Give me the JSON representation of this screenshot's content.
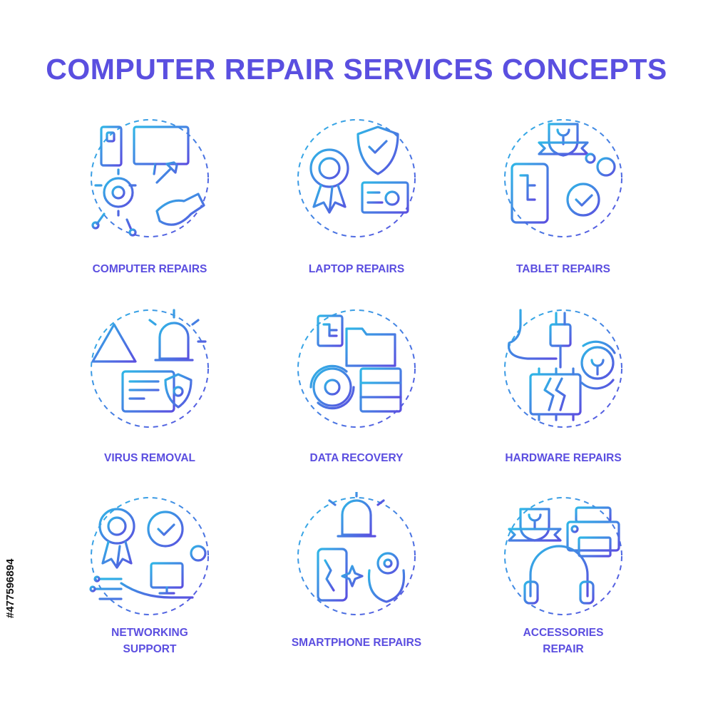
{
  "title": "COMPUTER REPAIR SERVICES CONCEPTS",
  "colors": {
    "gradient_start": "#2fb6e6",
    "gradient_end": "#5a4fe0",
    "label": "#5b4ee0"
  },
  "image_id_text": "#477596894",
  "items": [
    {
      "label_1": "COMPUTER REPAIRS",
      "label_2": "",
      "icon": "computer-repair-icon"
    },
    {
      "label_1": "LAPTOP REPAIRS",
      "label_2": "",
      "icon": "laptop-repair-icon"
    },
    {
      "label_1": "TABLET REPAIRS",
      "label_2": "",
      "icon": "tablet-repair-icon"
    },
    {
      "label_1": "VIRUS REMOVAL",
      "label_2": "",
      "icon": "virus-removal-icon"
    },
    {
      "label_1": "DATA RECOVERY",
      "label_2": "",
      "icon": "data-recovery-icon"
    },
    {
      "label_1": "HARDWARE REPAIRS",
      "label_2": "",
      "icon": "hardware-repair-icon"
    },
    {
      "label_1": "NETWORKING",
      "label_2": "SUPPORT",
      "icon": "networking-support-icon"
    },
    {
      "label_1": "SMARTPHONE REPAIRS",
      "label_2": "",
      "icon": "smartphone-repair-icon"
    },
    {
      "label_1": "ACCESSORIES",
      "label_2": "REPAIR",
      "icon": "accessories-repair-icon"
    }
  ]
}
